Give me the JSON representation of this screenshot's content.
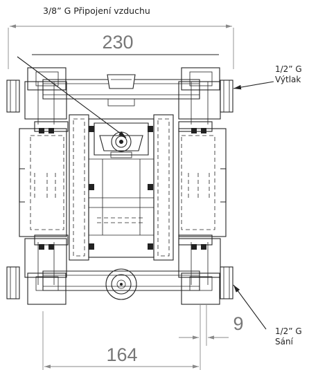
{
  "labels": {
    "air_connection": "3/8” G Připojení vzduchu",
    "outlet_size": "1/2” G",
    "outlet_name": "Výtlak",
    "inlet_size": "1/2” G",
    "inlet_name": "Sání"
  },
  "dimensions": {
    "overall_width": "230",
    "port_spacing": "164",
    "port_offset": "9"
  },
  "colors": {
    "line": "#222222",
    "dimension_text": "#777777",
    "dimension_line": "#8a8a8a"
  }
}
